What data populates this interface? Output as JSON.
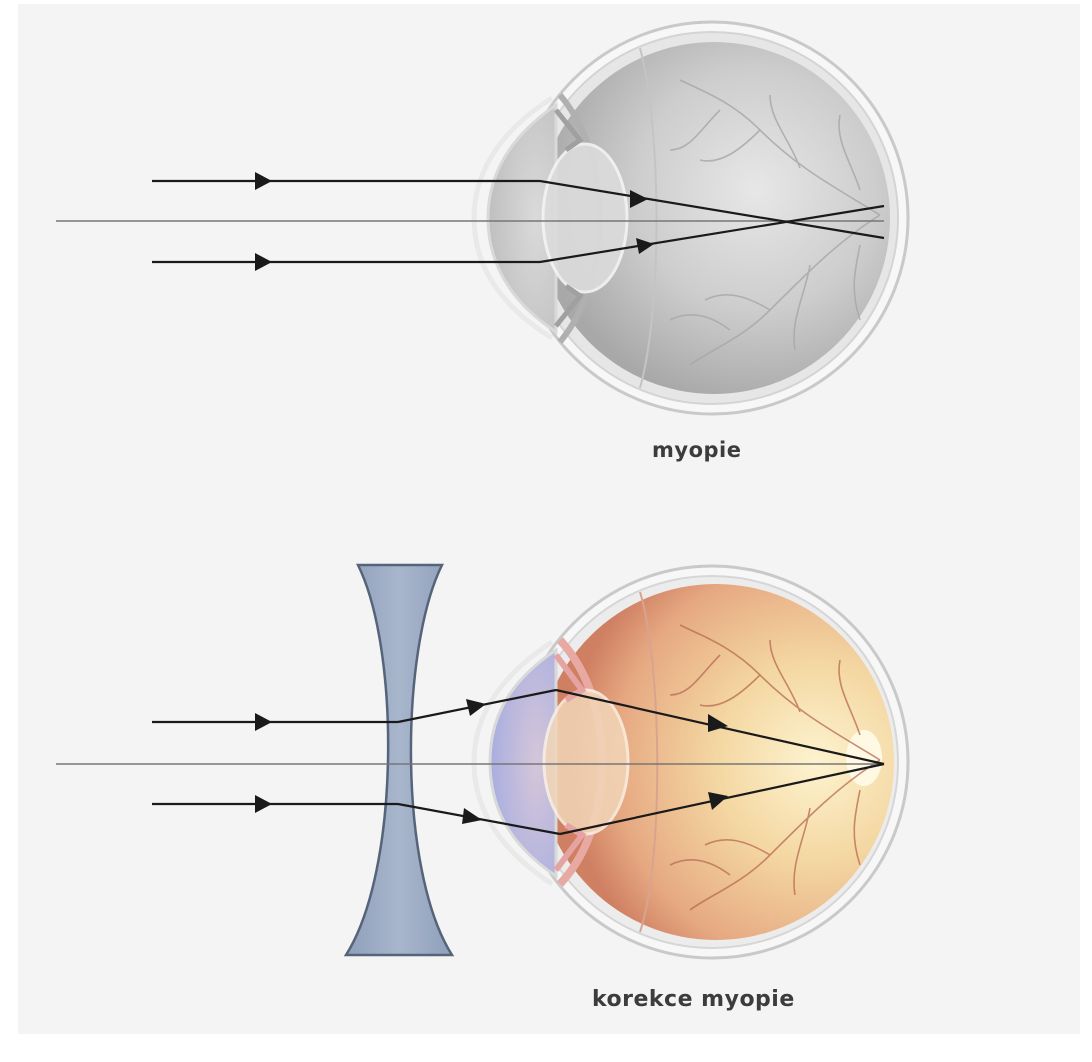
{
  "diagrams": [
    {
      "caption": "myopie",
      "eye_style": "grayscale",
      "has_corrective_lens": false
    },
    {
      "caption": "korekce myopie",
      "eye_style": "color",
      "has_corrective_lens": true,
      "lens_type": "concave"
    }
  ],
  "colors": {
    "background": "#f4f4f4",
    "ray": "#1a1a1a",
    "lens_fill": "#9eadc4",
    "lens_stroke": "#56647a",
    "eye_gray": "#b9b9b9",
    "eye_color_inner": "#f6dca8",
    "eye_color_outer": "#d58a6b"
  }
}
